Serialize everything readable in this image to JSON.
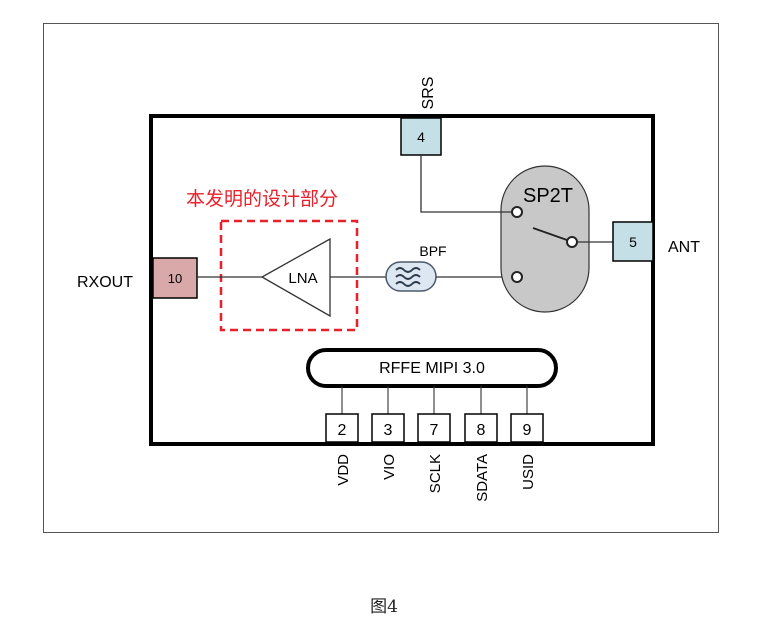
{
  "design_note": "本发明的设计部分",
  "blocks": {
    "lna": "LNA",
    "filter": "BPF",
    "switch": "SP2T",
    "interface": "RFFE MIPI 3.0"
  },
  "pins": {
    "rxout": {
      "number": "10",
      "name": "RXOUT"
    },
    "srs": {
      "number": "4",
      "name": "SRS"
    },
    "ant": {
      "number": "5",
      "name": "ANT"
    },
    "vdd": {
      "number": "2",
      "name": "VDD"
    },
    "vio": {
      "number": "3",
      "name": "VIO"
    },
    "sclk": {
      "number": "7",
      "name": "SCLK"
    },
    "sdata": {
      "number": "8",
      "name": "SDATA"
    },
    "usid": {
      "number": "9",
      "name": "USID"
    }
  },
  "caption": "图4",
  "colors": {
    "pin_blue": "#c5dfe7",
    "pin_pink": "#d9a9a9",
    "switch_gray": "#c8c8c8",
    "note_red": "#e8202a",
    "filter_fill": "#dde7f2"
  }
}
